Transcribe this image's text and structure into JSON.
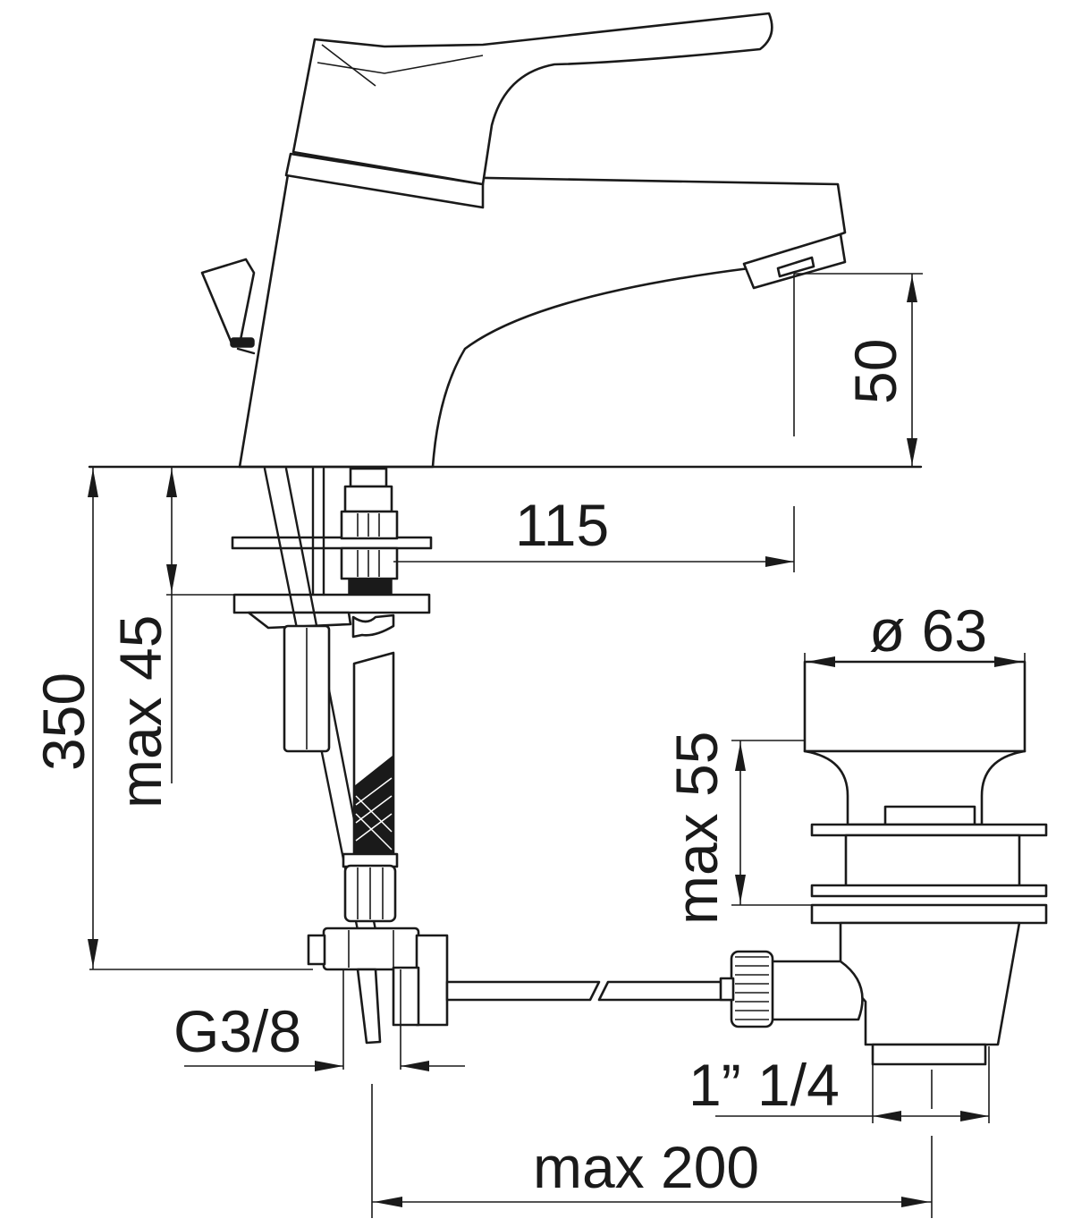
{
  "drawing": {
    "dimensions": {
      "spout_height": "50",
      "spout_reach": "115",
      "total_length": "350",
      "deck_thickness": "max 45",
      "waste_diameter": "ø 63",
      "waste_thickness": "max 55",
      "inlet_thread": "G3/8",
      "waste_thread": "1” 1/4",
      "rod_length": "max 200"
    }
  }
}
